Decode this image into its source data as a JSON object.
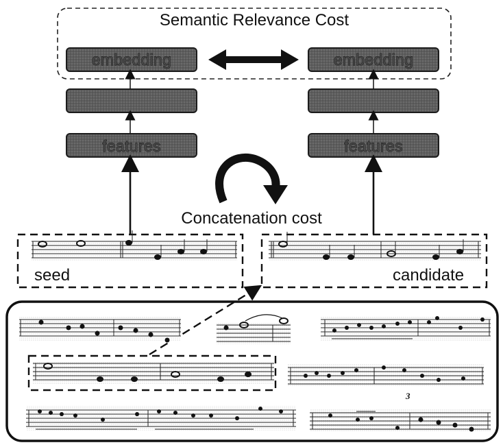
{
  "title": "Semantic Relevance Cost",
  "left_stack": {
    "top_label": "embedding",
    "middle_label": "",
    "bottom_label": "features"
  },
  "right_stack": {
    "top_label": "embedding",
    "middle_label": "",
    "bottom_label": "features"
  },
  "concatenation_label": "Concatenation cost",
  "seed_label": "seed",
  "candidate_label": "candidate",
  "tuplet_mark": "3",
  "colors": {
    "box_fill": "#5b5b5b",
    "box_border": "#1c1c1c",
    "dashed": "#222222",
    "arrow": "#111111"
  }
}
